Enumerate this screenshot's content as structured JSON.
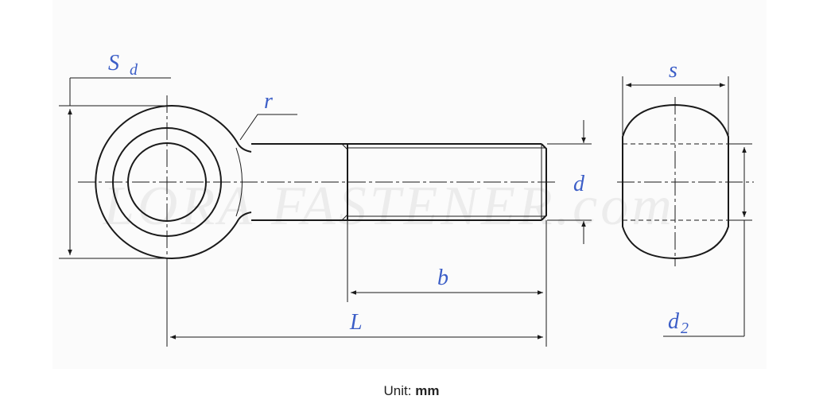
{
  "drawing": {
    "labels": {
      "S": "S",
      "d_sub": "d",
      "r": "r",
      "d": "d",
      "b": "b",
      "L": "L",
      "s": "s",
      "d2": "d",
      "d2_sub": "2"
    },
    "watermark": "LORA FASTENER.com",
    "colors": {
      "line": "#1a1a1a",
      "label": "#3c5ec7",
      "background": "#fbfbfb"
    }
  },
  "footer": {
    "unit_label": "Unit:",
    "unit_value": "mm"
  }
}
